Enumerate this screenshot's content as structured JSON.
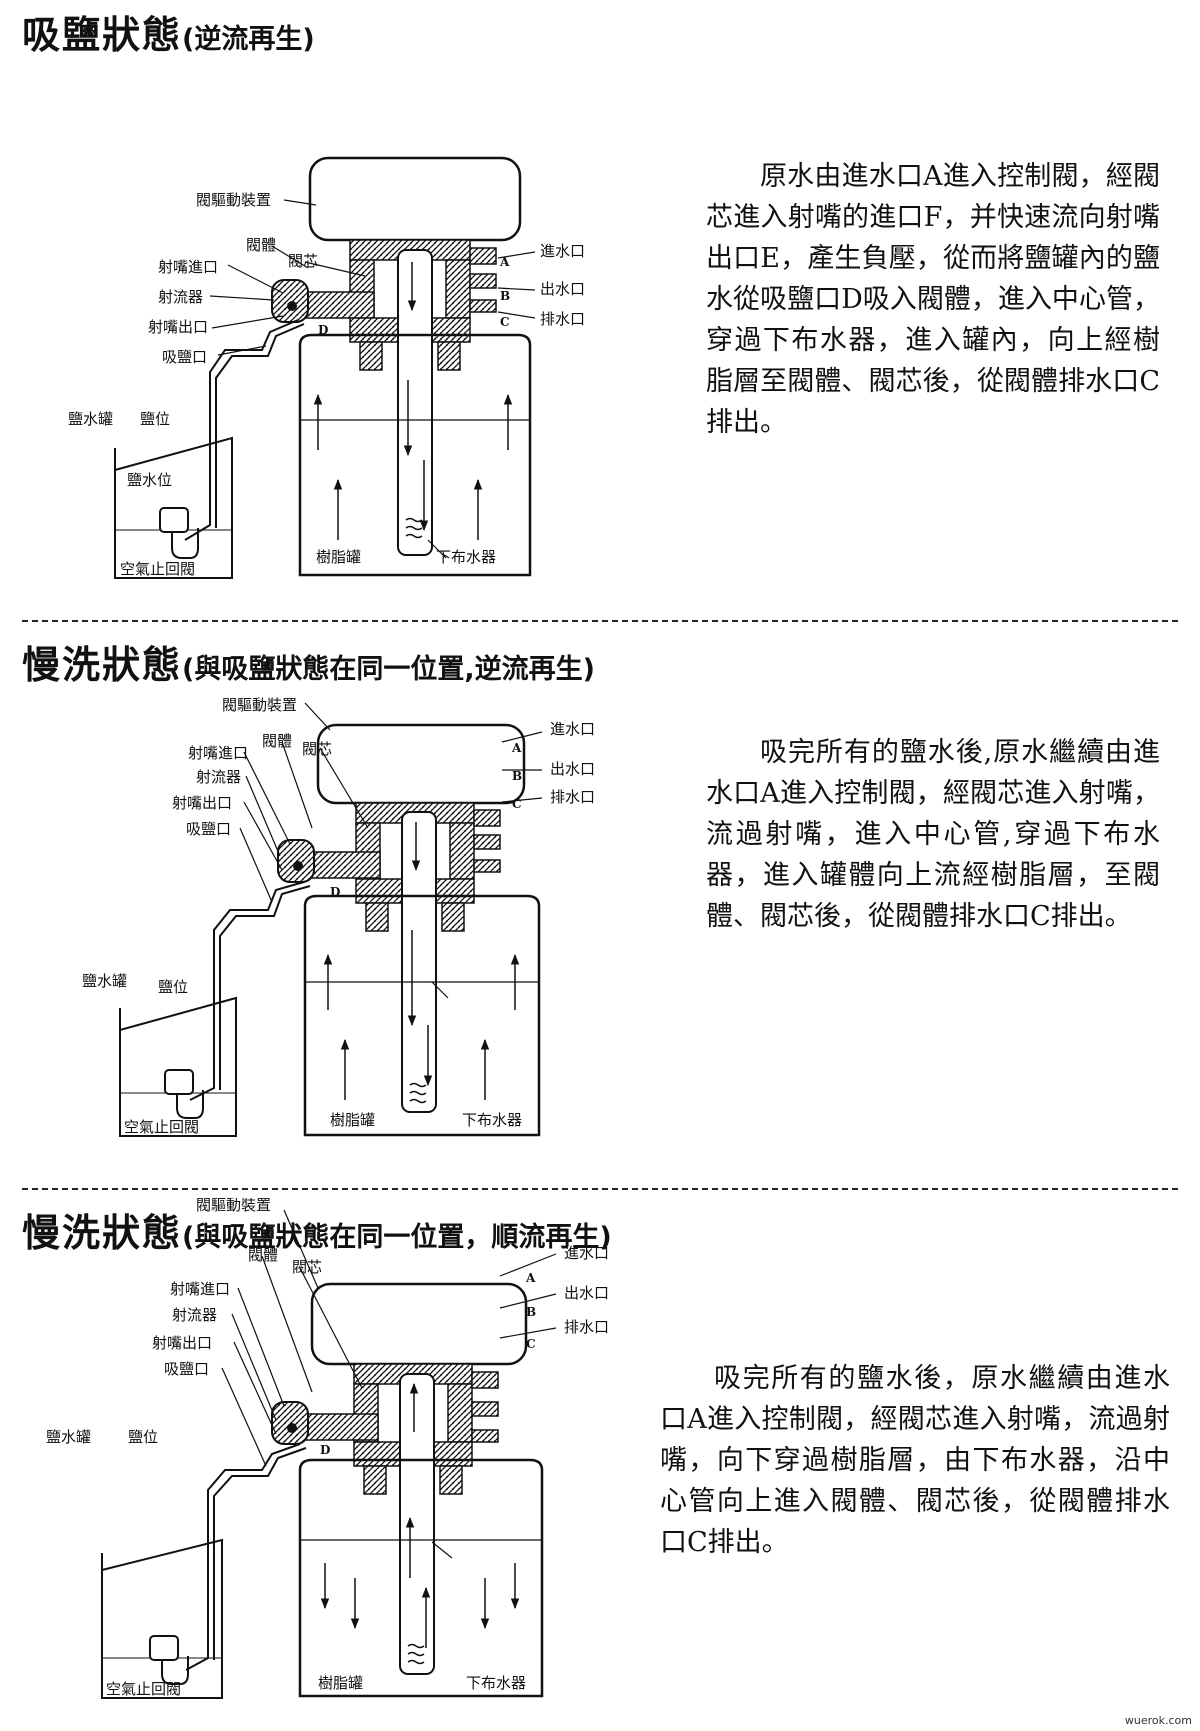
{
  "sections": [
    {
      "title_main": "吸鹽狀態",
      "title_sub": "(逆流再生)",
      "labels": {
        "drive": "閥驅動裝置",
        "valve_body": "閥體",
        "valve_core": "閥芯",
        "nozzle_inlet": "射嘴進口",
        "ejector": "射流器",
        "nozzle_outlet": "射嘴出口",
        "brine_inlet": "吸鹽口",
        "brine_tank": "鹽水罐",
        "salt_level": "鹽位",
        "brine_level": "鹽水位",
        "air_check": "空氣止回閥",
        "resin_tank": "樹脂罐",
        "distributor": "下布水器",
        "inlet": "進水口",
        "outlet": "出水口",
        "drain": "排水口",
        "A": "A",
        "B": "B",
        "C": "C",
        "D": "D"
      },
      "description": "原水由進水口A進入控制閥，經閥芯進入射嘴的進口F，并快速流向射嘴出口E，產生負壓，從而將鹽罐內的鹽水從吸鹽口D吸入閥體，進入中心管，穿過下布水器，進入罐內，向上經樹脂層至閥體、閥芯後，從閥體排水口C排出。"
    },
    {
      "title_main": "慢洗狀態",
      "title_sub": "(與吸鹽狀態在同一位置,逆流再生)",
      "labels": {
        "drive": "閥驅動裝置",
        "valve_body": "閥體",
        "valve_core": "閥芯",
        "nozzle_inlet": "射嘴進口",
        "ejector": "射流器",
        "nozzle_outlet": "射嘴出口",
        "brine_inlet": "吸鹽口",
        "brine_tank": "鹽水罐",
        "salt_level": "鹽位",
        "air_check": "空氣止回閥",
        "resin_tank": "樹脂罐",
        "distributor": "下布水器",
        "inlet": "進水口",
        "outlet": "出水口",
        "drain": "排水口",
        "A": "A",
        "B": "B",
        "C": "C",
        "D": "D"
      },
      "description": "吸完所有的鹽水後,原水繼續由進水口A進入控制閥，經閥芯進入射嘴，流過射嘴，進入中心管,穿過下布水器，進入罐體向上流經樹脂層，至閥體、閥芯後，從閥體排水口C排出。"
    },
    {
      "title_main": "慢洗狀態",
      "title_sub": "(與吸鹽狀態在同一位置，順流再生)",
      "labels": {
        "drive": "閥驅動裝置",
        "valve_body": "閥體",
        "valve_core": "閥芯",
        "nozzle_inlet": "射嘴進口",
        "ejector": "射流器",
        "nozzle_outlet": "射嘴出口",
        "brine_inlet": "吸鹽口",
        "brine_tank": "鹽水罐",
        "salt_level": "鹽位",
        "air_check": "空氣止回閥",
        "resin_tank": "樹脂罐",
        "distributor": "下布水器",
        "inlet": "進水口",
        "outlet": "出水口",
        "drain": "排水口",
        "A": "A",
        "B": "B",
        "C": "C",
        "D": "D"
      },
      "description": "吸完所有的鹽水後，原水繼續由進水口A進入控制閥，經閥芯進入射嘴，流過射嘴，向下穿過樹脂層，由下布水器，沿中心管向上進入閥體、閥芯後，從閥體排水口C排出。"
    }
  ],
  "watermark": "wuerok.com"
}
